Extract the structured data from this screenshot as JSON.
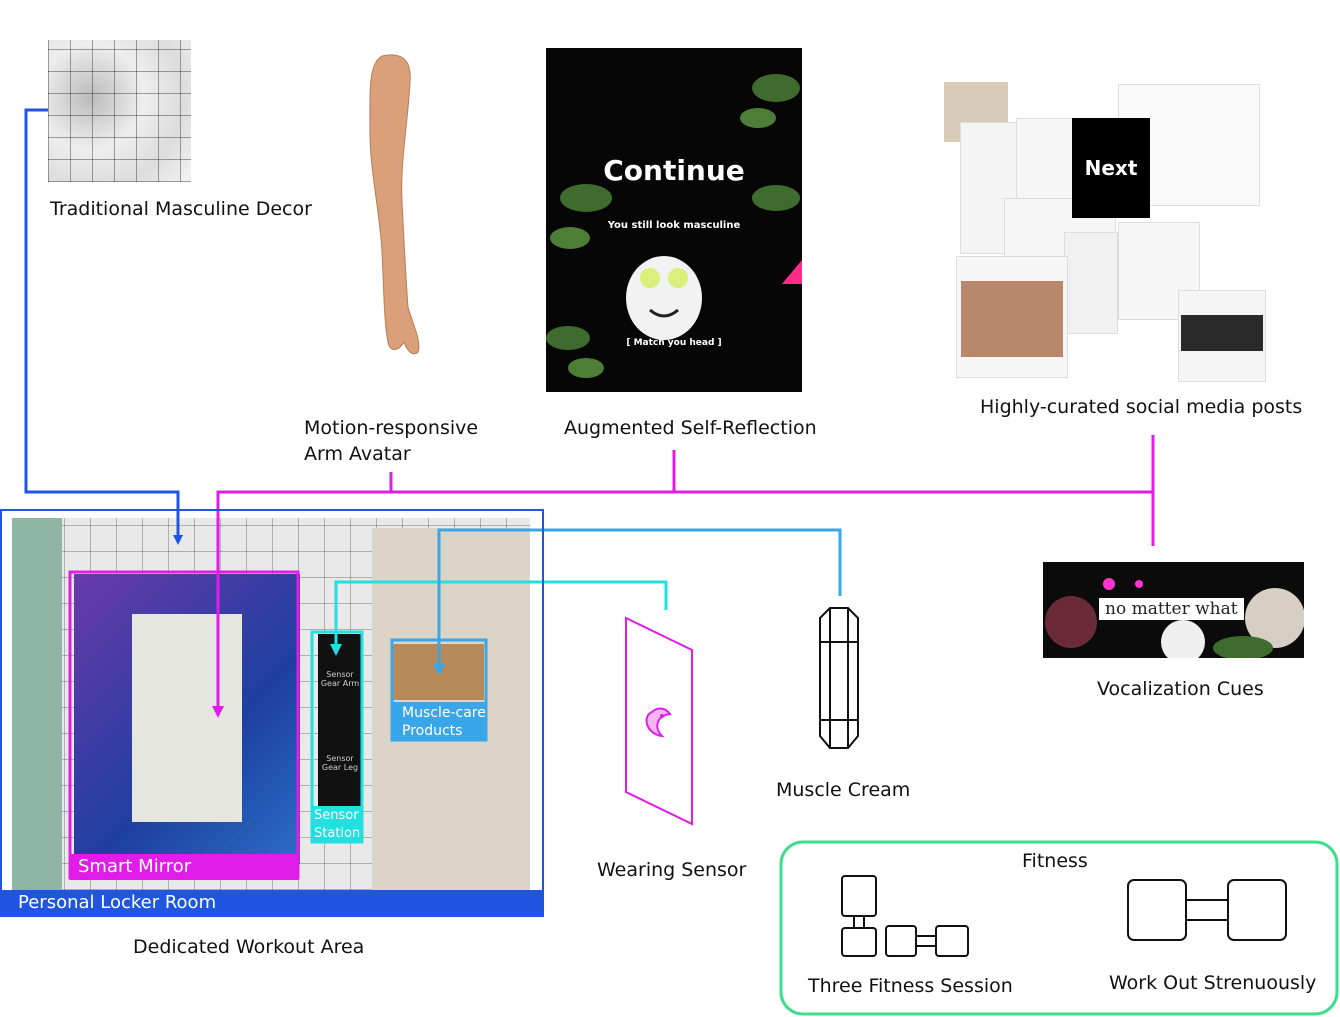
{
  "labels": {
    "traditional_decor": "Traditional Masculine Decor",
    "arm_avatar_line1": "Motion-responsive",
    "arm_avatar_line2": "Arm Avatar",
    "self_reflection": "Augmented Self-Reflection",
    "social_posts": "Highly-curated social media posts",
    "vocalization": "Vocalization Cues",
    "muscle_cream": "Muscle Cream",
    "wearing_sensor": "Wearing Sensor",
    "workout_area": "Dedicated Workout Area",
    "locker_room": "Personal Locker Room",
    "smart_mirror": "Smart Mirror",
    "sensor_station_line1": "Sensor",
    "sensor_station_line2": "Station",
    "muscle_care_line1": "Muscle-care",
    "muscle_care_line2": "Products"
  },
  "reflection_screen": {
    "title": "Continue",
    "subtitle": "You still look masculine",
    "prompt": "[ Match you head ]"
  },
  "social_screen": {
    "next": "Next"
  },
  "vocal_screen": {
    "phrase": "no matter what"
  },
  "sensor_gear": {
    "arm": "Sensor Gear Arm",
    "leg": "Sensor Gear Leg"
  },
  "fitness": {
    "title": "Fitness",
    "item1": "Three Fitness Session",
    "item2": "Work Out Strenuously"
  },
  "colors": {
    "blue": "#1f55e0",
    "magenta": "#e01de8",
    "cyan": "#22e0e0",
    "sky": "#3aa6ea",
    "green": "#3be08a"
  }
}
